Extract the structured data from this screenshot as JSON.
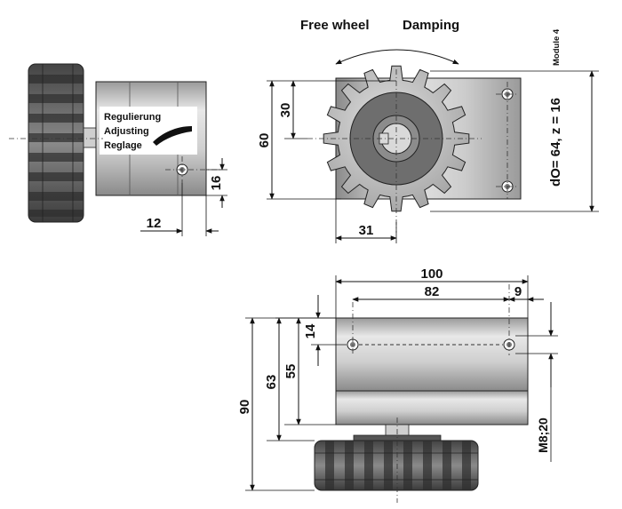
{
  "labels": {
    "free_wheel": "Free wheel",
    "damping": "Damping",
    "module": "Module 4",
    "gear_spec": "dO= 64, z = 16",
    "adjust_1": "Regulierung",
    "adjust_2": "Adjusting",
    "adjust_3": "Reglage"
  },
  "dimensions": {
    "d30": "30",
    "d60": "60",
    "d31": "31",
    "d16": "16",
    "d12": "12",
    "d100": "100",
    "d82": "82",
    "d9": "9",
    "d14": "14",
    "d55": "55",
    "d63": "63",
    "d90": "90",
    "thread": "M8;20"
  }
}
